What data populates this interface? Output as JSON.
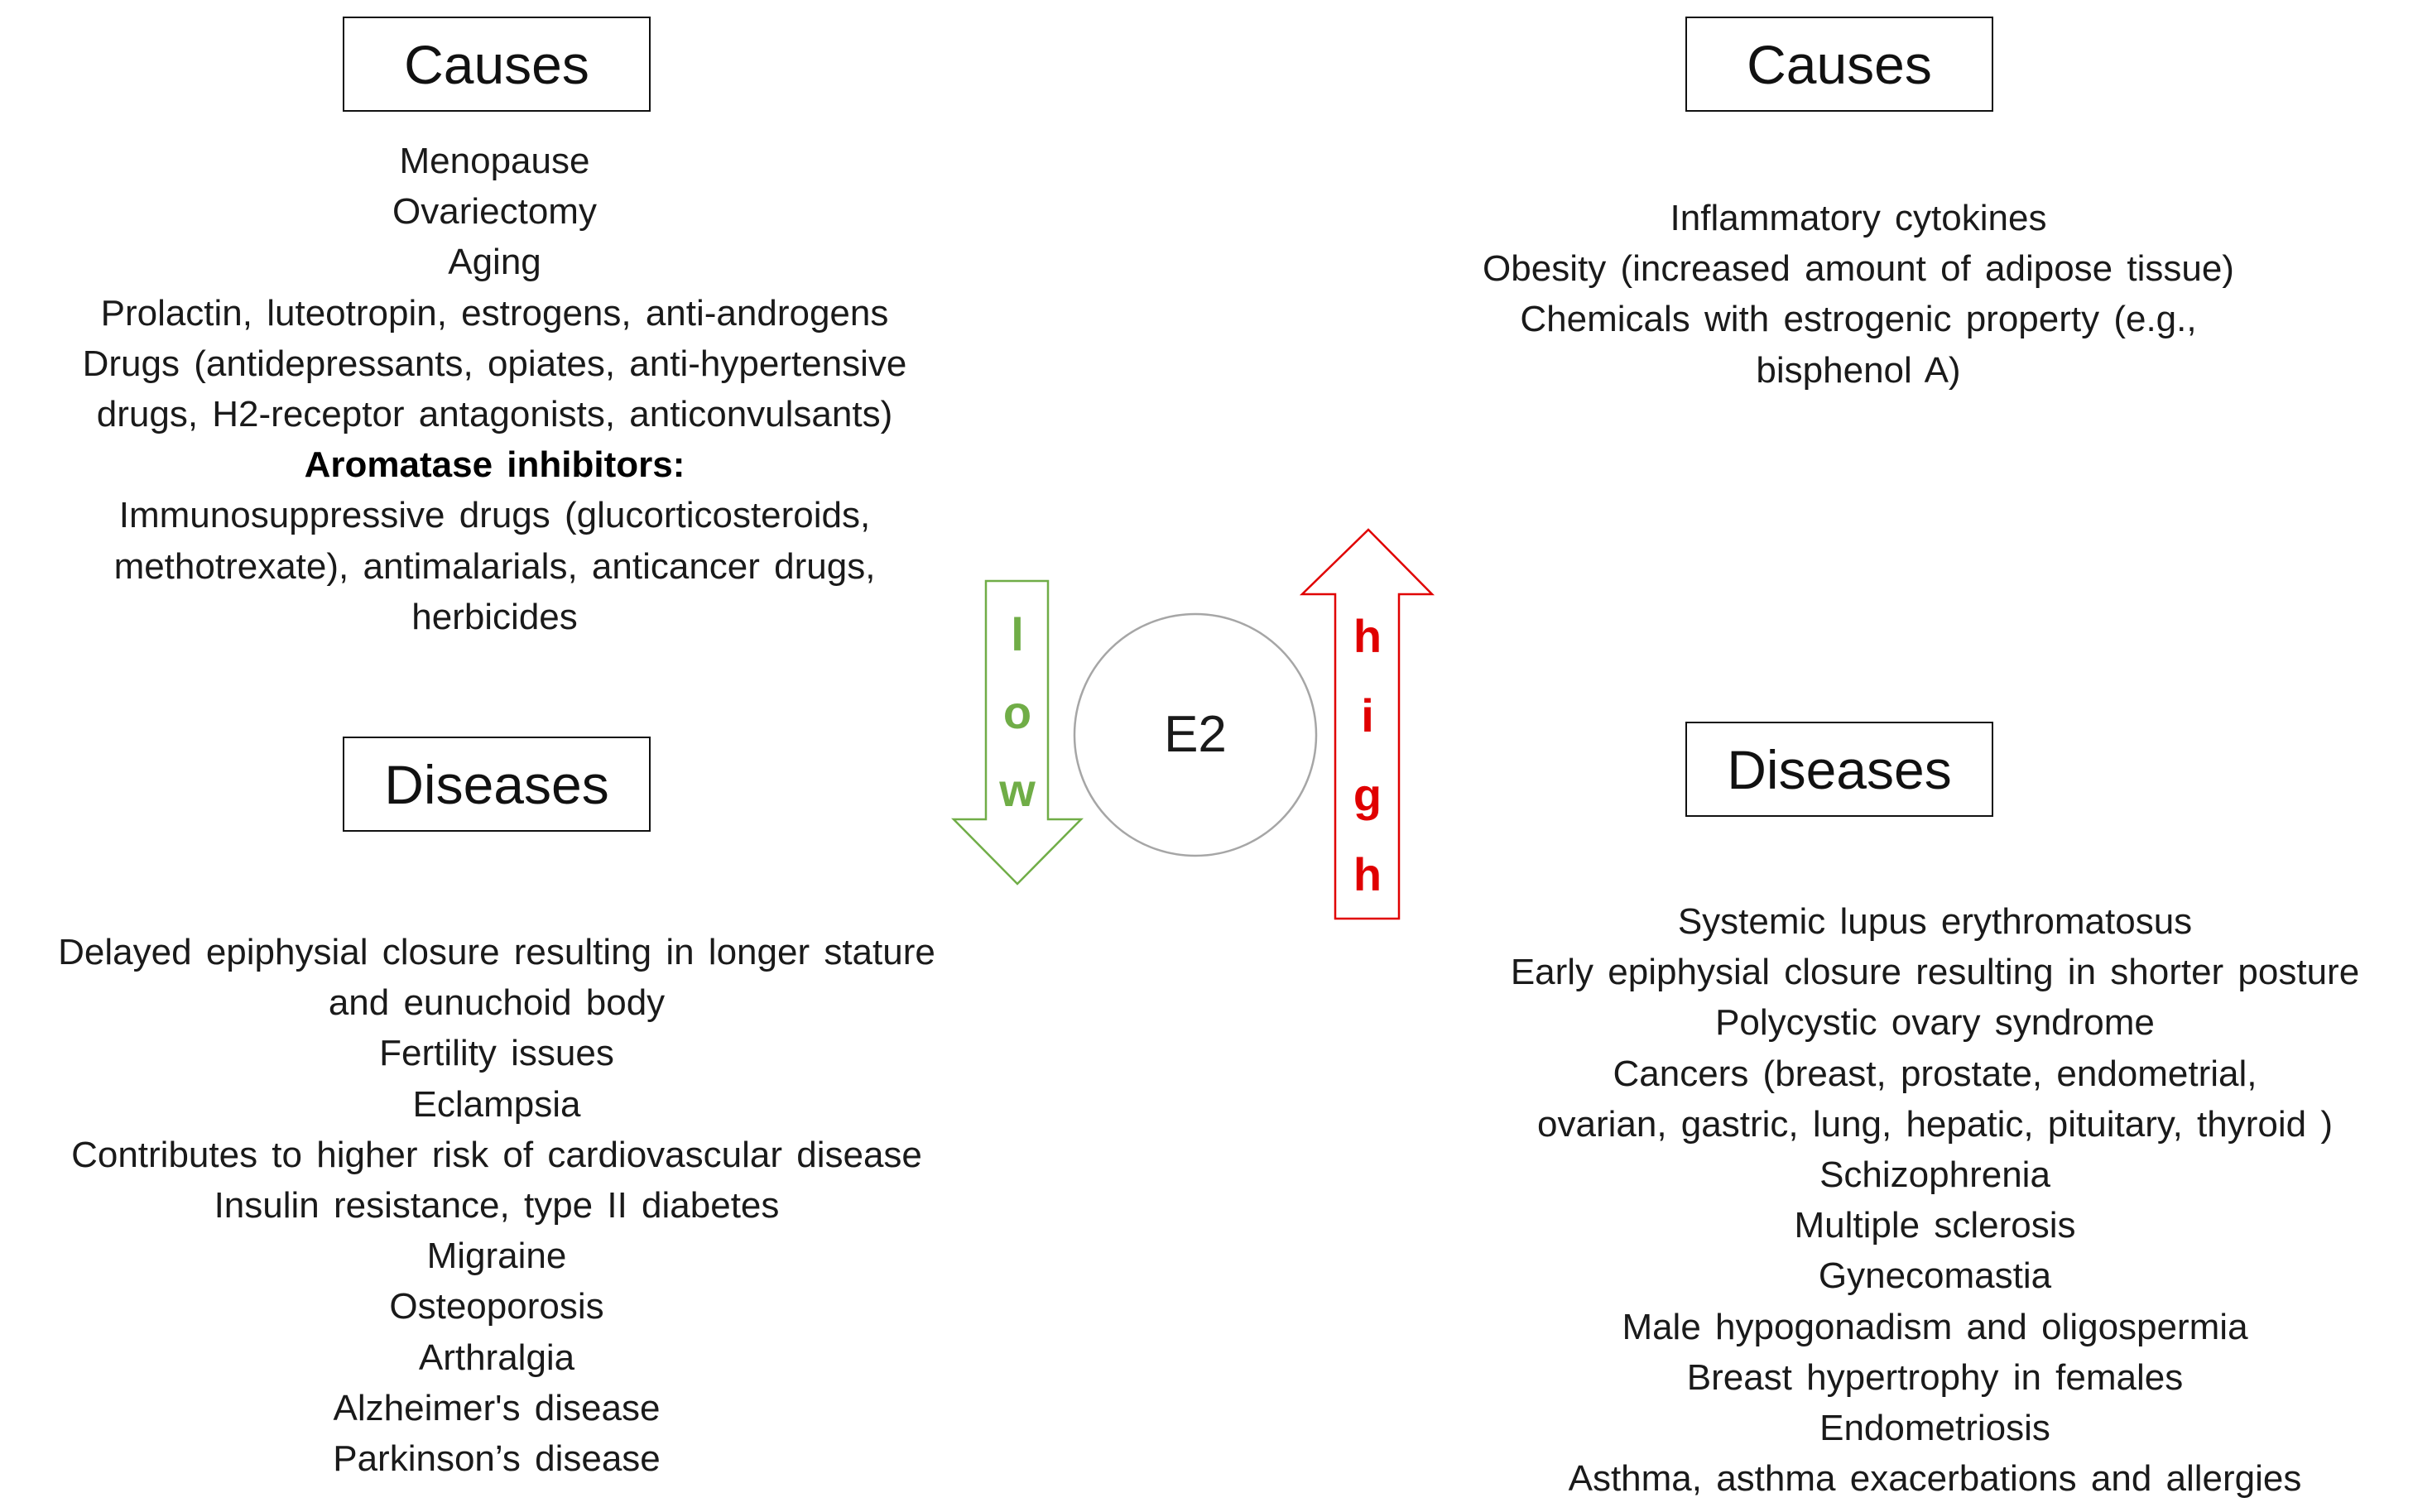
{
  "left": {
    "causes_title": "Causes",
    "causes": [
      {
        "text": "Menopause",
        "bold": false
      },
      {
        "text": "Ovariectomy",
        "bold": false
      },
      {
        "text": "Aging",
        "bold": false
      },
      {
        "text": "Prolactin, luteotropin, estrogens, anti-androgens",
        "bold": false
      },
      {
        "text": "Drugs (antidepressants, opiates, anti-hypertensive",
        "bold": false
      },
      {
        "text": "drugs, H2-receptor antagonists, anticonvulsants)",
        "bold": false
      },
      {
        "text": "Aromatase inhibitors:",
        "bold": true
      },
      {
        "text": "Immunosuppressive drugs (glucorticosteroids,",
        "bold": false
      },
      {
        "text": "methotrexate), antimalarials, anticancer drugs,",
        "bold": false
      },
      {
        "text": "herbicides",
        "bold": false
      }
    ],
    "diseases_title": "Diseases",
    "diseases": [
      "Delayed epiphysial closure resulting in longer stature",
      "and eunuchoid body",
      "Fertility issues",
      "Eclampsia",
      "Contributes to higher risk of cardiovascular disease",
      "Insulin resistance, type II diabetes",
      "Migraine",
      "Osteoporosis",
      "Arthralgia",
      "Alzheimer's disease",
      "Parkinson’s disease"
    ]
  },
  "right": {
    "causes_title": "Causes",
    "causes": [
      "Inflammatory cytokines",
      "Obesity (increased amount of adipose tissue)",
      "Chemicals with estrogenic property (e.g.,",
      "bisphenol A)"
    ],
    "diseases_title": "Diseases",
    "diseases": [
      "Systemic lupus erythromatosus",
      "Early epiphysial closure resulting in shorter posture",
      "Polycystic ovary syndrome",
      "Cancers (breast, prostate, endometrial,",
      "ovarian, gastric, lung, hepatic, pituitary, thyroid )",
      "Schizophrenia",
      "Multiple sclerosis",
      "Gynecomastia",
      "Male hypogonadism and oligospermia",
      "Breast hypertrophy in females",
      "Endometriosis",
      "Asthma, asthma exacerbations and allergies"
    ]
  },
  "center": {
    "label": "E2",
    "low_letters": [
      "l",
      "o",
      "w"
    ],
    "high_letters": [
      "h",
      "i",
      "g",
      "h"
    ]
  },
  "colors": {
    "low": "#70AD47",
    "high": "#E00000",
    "circle": "#A6A6A6"
  }
}
